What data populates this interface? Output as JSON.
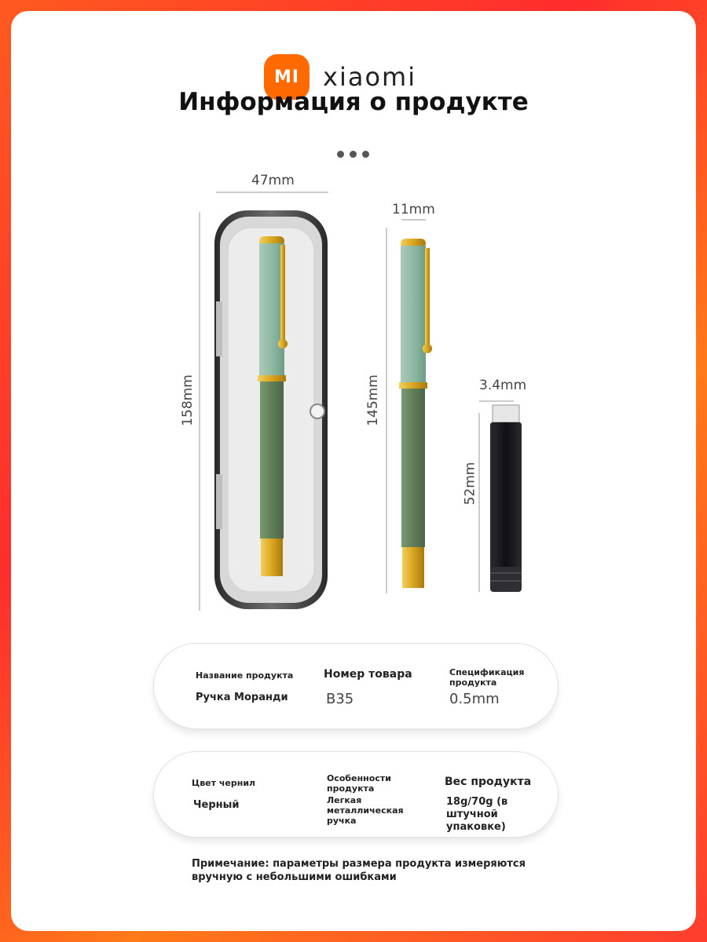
{
  "header": {
    "logo_badge": "MI",
    "brand": "xiaomi",
    "title": "Информация о продукте"
  },
  "dimensions": {
    "case_width": "47mm",
    "case_height": "158mm",
    "pen_width": "11mm",
    "pen_height": "145mm",
    "refill_width": "3.4mm",
    "refill_height": "52mm"
  },
  "colors": {
    "brand_orange": "#ff6a00",
    "pen_cap": "#8fb9a4",
    "pen_body": "#607d58",
    "gold": "#d9a51f"
  },
  "specs_row1": {
    "name_label": "Название продукта",
    "name_value": "Ручка Моранди",
    "number_label": "Номер товара",
    "number_value": "B35",
    "spec_label": "Спецификация продукта",
    "spec_value": "0.5mm"
  },
  "specs_row2": {
    "ink_label": "Цвет чернил",
    "ink_value": "Черный",
    "features_label": "Особенности продукта",
    "features_value": "Легкая металлическая ручка",
    "weight_label": "Вес продукта",
    "weight_value": "18g/70g (в штучной упаковке)"
  },
  "note": "Примечание: параметры размера продукта измеряются вручную с небольшими ошибками"
}
